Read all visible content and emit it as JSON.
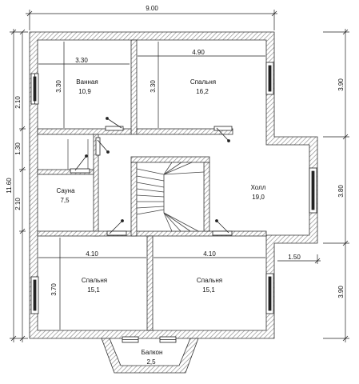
{
  "dimensions": {
    "top_width": "9.00",
    "left_total": "11.60",
    "left_a": "2.10",
    "left_b": "1.30",
    "left_c": "2.10",
    "left_d": "3.70",
    "right_a": "3.90",
    "right_b": "3.80",
    "right_c": "3.90",
    "bay": "1.50",
    "bath_w": "3.30",
    "bath_h": "3.30",
    "bed1_w": "4.90",
    "bed1_h": "3.30",
    "bed_bl_w": "4.10",
    "bed_br_w": "4.10"
  },
  "rooms": {
    "bath": {
      "name": "Ванная",
      "area": "10,9"
    },
    "bed_top": {
      "name": "Спальня",
      "area": "16,2"
    },
    "hall": {
      "name": "Холл",
      "area": "19,0"
    },
    "sauna": {
      "name": "Сауна",
      "area": "7,5"
    },
    "bed_bl": {
      "name": "Спальня",
      "area": "15,1"
    },
    "bed_br": {
      "name": "Спальня",
      "area": "15,1"
    },
    "balcony": {
      "name": "Балкон",
      "area": "2,5"
    }
  }
}
